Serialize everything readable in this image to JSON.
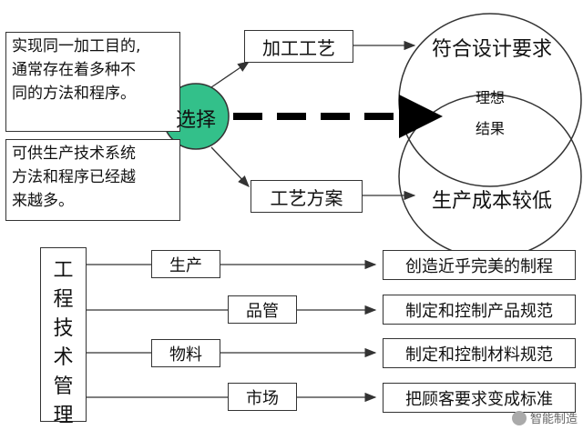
{
  "top": {
    "note_upper": [
      "实现同一加工目的,",
      "通常存在着多种不",
      "同的方法和程序。"
    ],
    "note_lower": [
      "可供生产技术系统",
      "方法和程序已经越",
      "来越多。"
    ],
    "choice_label": "选择",
    "upper_option": "加工工艺",
    "lower_option": "工艺方案",
    "circle_upper_text": "符合设计要求",
    "circle_lower_text": "生产成本较低",
    "ideal_line1": "理想",
    "ideal_line2": "结果"
  },
  "bottom": {
    "vertical_title": [
      "工",
      "程",
      "技",
      "术",
      "管",
      "理"
    ],
    "rows": [
      {
        "label": "生产",
        "result": "创造近乎完美的制程"
      },
      {
        "label": "品管",
        "result": "制定和控制产品规范"
      },
      {
        "label": "物料",
        "result": "制定和控制材料规范"
      },
      {
        "label": "市场",
        "result": "把顾客要求变成标准"
      }
    ]
  },
  "colors": {
    "choice_fill": "#33c08a",
    "line": "#333333"
  },
  "watermark": {
    "text": "智能制造",
    "icon": "wechat-icon"
  }
}
